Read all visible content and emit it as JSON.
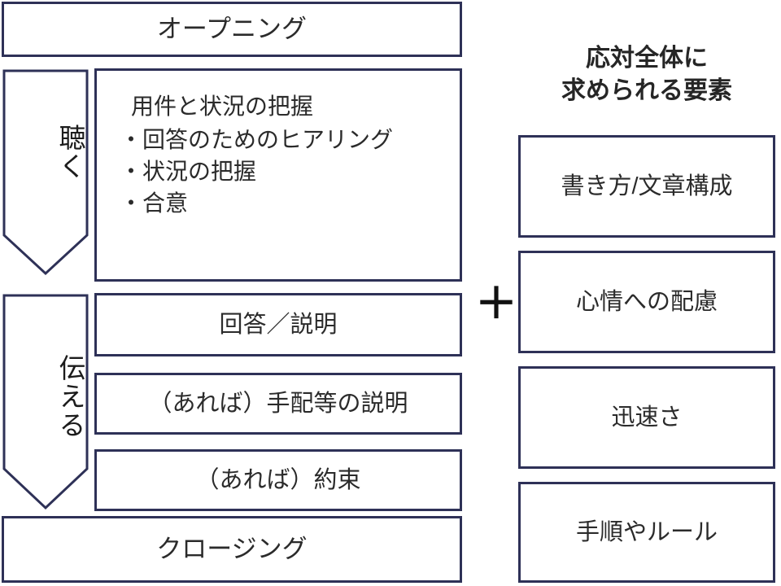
{
  "flow": {
    "opening": "オープニング",
    "closing": "クロージング",
    "stages": [
      {
        "label": "聴く",
        "name": "listen"
      },
      {
        "label": "伝える",
        "name": "tell"
      }
    ],
    "listen_section": {
      "heading": "用件と状況の把握",
      "bullets": [
        "・回答のためのヒアリング",
        "・状況の把握",
        "・合意"
      ]
    },
    "tell_sections": [
      "回答／説明",
      "（あれば）手配等の説明",
      "（あれば）約束"
    ]
  },
  "connector": {
    "plus": "＋"
  },
  "requirements": {
    "heading_line1": "応対全体に",
    "heading_line2": "求められる要素",
    "items": [
      "書き方/文章構成",
      "心情への配慮",
      "迅速さ",
      "手順やルール"
    ]
  },
  "colors": {
    "border": "#2e3157",
    "text": "#2b2b2b",
    "heading": "#262626",
    "background": "#ffffff"
  }
}
